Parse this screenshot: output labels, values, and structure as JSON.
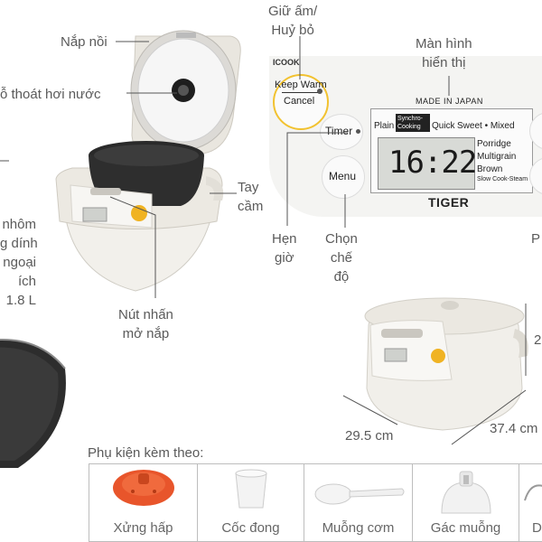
{
  "labels": {
    "lid": "Nắp nồi",
    "steam_vent": "ỗ thoát hơi nước",
    "keep_warm": [
      "Giữ ấm/",
      "Huỷ bỏ"
    ],
    "display": [
      "Màn hình",
      "hiển thị"
    ],
    "handle": [
      "Tay",
      "cầm"
    ],
    "open_button": [
      "Nút nhấn",
      "mở nắp"
    ],
    "timer": [
      "Hẹn",
      "giờ"
    ],
    "menu": [
      "Chọn",
      "chế",
      "độ"
    ],
    "right_edge": "P",
    "pot": [
      "nhôm",
      "g dính",
      "ngoại",
      "ích",
      "1.8 L"
    ],
    "dim_right": "2",
    "width": "29.5 cm",
    "depth": "37.4 cm"
  },
  "panel": {
    "brand_top": "ICOOK",
    "keep_warm_btn": "Keep Warm",
    "cancel_btn": "Cancel",
    "made_in": "MADE IN JAPAN",
    "modes_top": [
      "Plain",
      "Synchro-Cooking",
      "Quick",
      "Sweet • Mixed"
    ],
    "modes_right": [
      "Porridge",
      "Multigrain",
      "Brown",
      "Slow Cook-Steam"
    ],
    "lcd_time": "16:22",
    "timer_btn": "Timer",
    "menu_btn": "Menu",
    "logo": "TIGER"
  },
  "accessories": {
    "title": "Phụ kiện kèm theo:",
    "items": [
      "Xửng hấp",
      "Cốc đong",
      "Muỗng cơm",
      "Gác muỗng",
      "D"
    ]
  },
  "colors": {
    "keep_warm_ring": "#f2c230",
    "panel_bg": "#f4f4f2",
    "lcd_bg": "#d8dad6",
    "steamer": "#e8552b"
  }
}
